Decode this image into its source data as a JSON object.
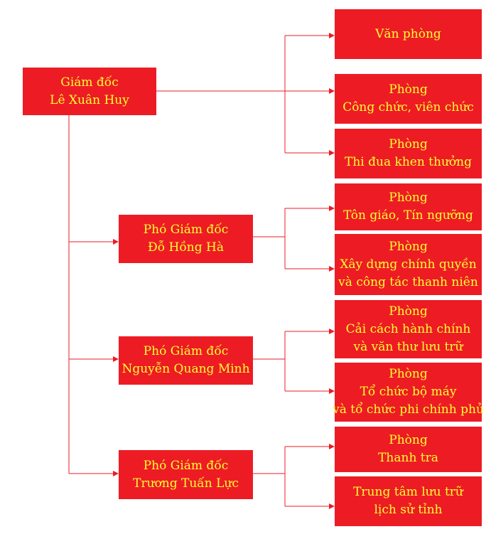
{
  "colors": {
    "box_fill": "#ed1c24",
    "box_text": "#ffff33",
    "connector": "#ed1c24"
  },
  "leaders": {
    "director": {
      "title": "Giám đốc",
      "name": "Lê Xuân Huy"
    },
    "deputy1": {
      "title": "Phó Giám đốc",
      "name": "Đỗ Hồng Hà"
    },
    "deputy2": {
      "title": "Phó Giám đốc",
      "name": "Nguyễn Quang Minh"
    },
    "deputy3": {
      "title": "Phó Giám đốc",
      "name": "Trương Tuấn Lực"
    }
  },
  "units": {
    "van_phong": {
      "lines": [
        "Văn phòng"
      ]
    },
    "cong_chuc": {
      "lines": [
        "Phòng",
        "Công chức, viên chức"
      ]
    },
    "thi_dua": {
      "lines": [
        "Phòng",
        "Thi đua khen thưởng"
      ]
    },
    "ton_giao": {
      "lines": [
        "Phòng",
        "Tôn giáo, Tín ngưỡng"
      ]
    },
    "xay_dung": {
      "lines": [
        "Phòng",
        "Xây dựng chính quyền",
        "và công tác thanh niên"
      ]
    },
    "cai_cach": {
      "lines": [
        "Phòng",
        "Cải cách hành chính",
        "và văn thư lưu trữ"
      ]
    },
    "to_chuc": {
      "lines": [
        "Phòng",
        "Tổ chức bộ máy",
        "và tổ chức phi chính phủ"
      ]
    },
    "thanh_tra": {
      "lines": [
        "Phòng",
        "Thanh tra"
      ]
    },
    "trung_tam": {
      "lines": [
        "Trung tâm lưu trữ",
        "lịch sử tỉnh"
      ]
    }
  }
}
